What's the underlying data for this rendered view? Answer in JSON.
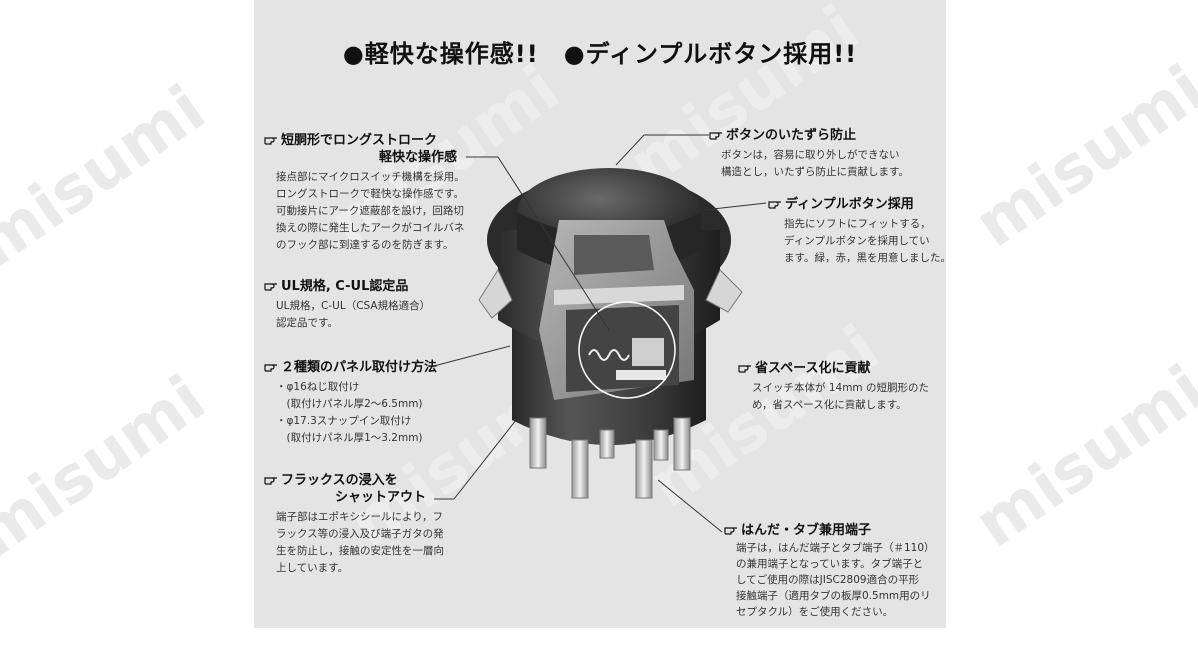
{
  "title": "●軽快な操作感!!　●ディンプルボタン採用!!",
  "watermark": "misumi",
  "callouts": {
    "short_stroke": {
      "head1": "短胴形でロングストローク",
      "head2": "軽快な操作感",
      "lines": [
        "接点部にマイクロスイッチ機構を採用。",
        "ロングストロークで軽快な操作感です。",
        "可動接片にアーク遮蔽部を設け，回路切",
        "換えの際に発生したアークがコイルバネ",
        "のフック部に到達するのを防ぎます。"
      ]
    },
    "ul": {
      "head1": "UL規格, C-UL認定品",
      "lines": [
        "UL規格，C-UL（CSA規格適合）",
        "認定品です。"
      ]
    },
    "panel_mount": {
      "head1": "２種類のパネル取付け方法",
      "lines": [
        "・φ16ねじ取付け",
        "　(取付けパネル厚2〜6.5mm)",
        "・φ17.3スナップイン取付け",
        "　(取付けパネル厚1〜3.2mm)"
      ]
    },
    "flux": {
      "head1": "フラックスの浸入を",
      "head2": "シャットアウト",
      "lines": [
        "端子部はエポキシシールにより，フ",
        "ラックス等の浸入及び端子ガタの発",
        "生を防止し，接触の安定性を一層向",
        "上しています。"
      ]
    },
    "tamper": {
      "head1": "ボタンのいたずら防止",
      "lines": [
        "ボタンは，容易に取り外しができない",
        "構造とし，いたずら防止に貢献します。"
      ]
    },
    "dimple": {
      "head1": "ディンプルボタン採用",
      "lines": [
        "指先にソフトにフィットする，",
        "ディンプルボタンを採用してい",
        "ます。緑，赤，黒を用意しました。"
      ]
    },
    "space": {
      "head1": "省スペース化に貢献",
      "lines": [
        "スイッチ本体が 14mm の短胴形のた",
        "め，省スペース化に貢献します。"
      ]
    },
    "terminal": {
      "head1": "はんだ・タブ兼用端子",
      "lines": [
        "端子は，はんだ端子とタブ端子（＃110）",
        "の兼用端子となっています。タブ端子と",
        "してご使用の際はJISC2809適合の平形",
        "接触端子（適用タブの板厚0.5mm用のリ",
        "セプタクル）をご使用ください。"
      ]
    }
  }
}
